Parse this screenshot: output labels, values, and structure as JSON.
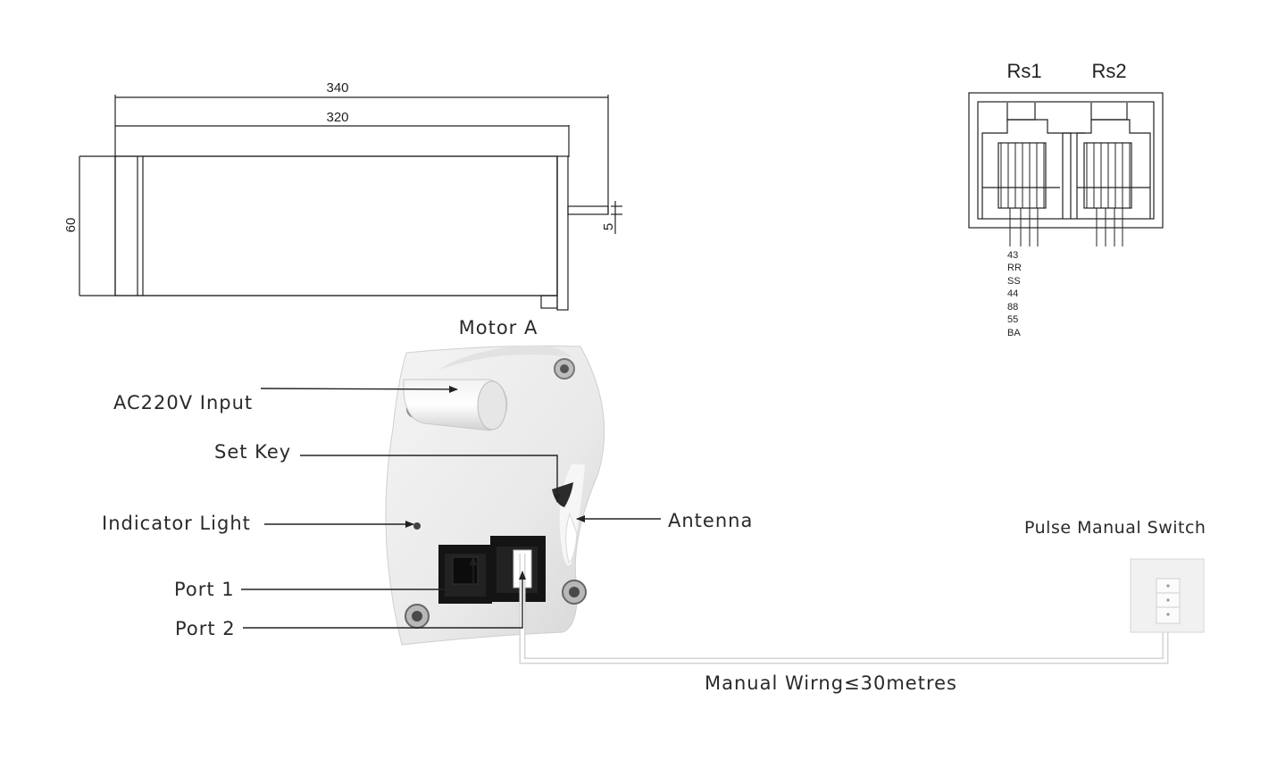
{
  "motor": {
    "title": "Motor A",
    "dim_total": "340",
    "dim_body": "320",
    "dim_height": "60",
    "dim_shaft": "5"
  },
  "connector": {
    "rs1": "Rs1",
    "rs2": "Rs2",
    "pins": [
      "43",
      "RR",
      "SS",
      "44",
      "88",
      "55",
      "BA"
    ]
  },
  "labels": {
    "ac_input": "AC220V Input",
    "set_key": "Set Key",
    "indicator": "Indicator  Light",
    "antenna": "Antenna",
    "port1": "Port 1",
    "port2": "Port 2",
    "switch": "Pulse Manual Switch",
    "wiring": "Manual Wirng≤30metres"
  }
}
